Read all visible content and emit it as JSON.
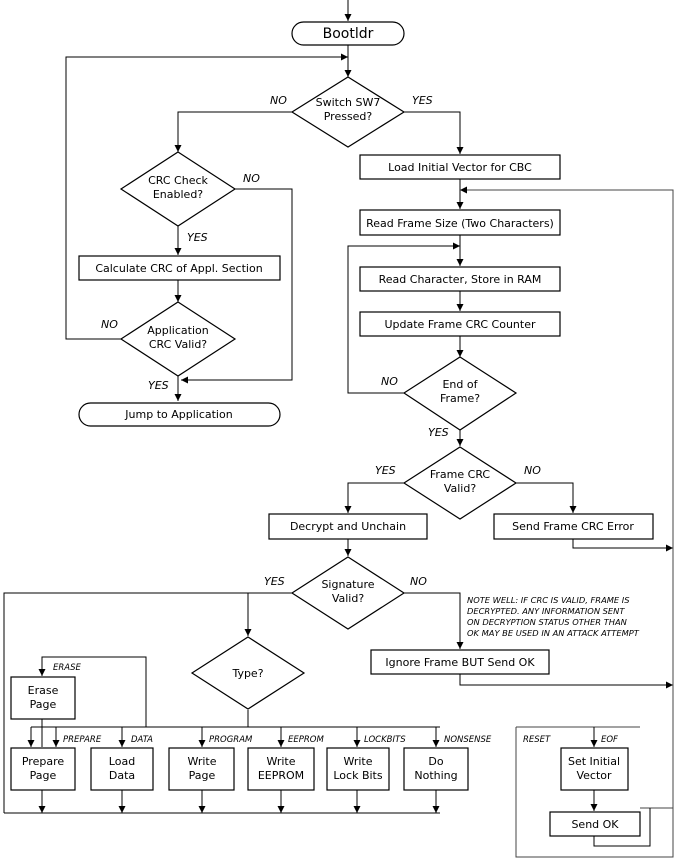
{
  "start": "Bootldr",
  "switch_sw7": [
    "Switch SW7",
    "Pressed?"
  ],
  "crc_check_enabled": [
    "CRC Check",
    "Enabled?"
  ],
  "calc_crc": "Calculate CRC of Appl. Section",
  "app_crc_valid": [
    "Application",
    "CRC Valid?"
  ],
  "jump_to_app": "Jump to Application",
  "load_iv_cbc": "Load Initial Vector for CBC",
  "read_frame_size": "Read Frame Size (Two Characters)",
  "read_char": "Read Character, Store in RAM",
  "update_crc": "Update Frame CRC Counter",
  "end_of_frame": [
    "End of",
    "Frame?"
  ],
  "frame_crc_valid": [
    "Frame CRC",
    "Valid?"
  ],
  "decrypt_unchain": "Decrypt and Unchain",
  "send_crc_error": "Send Frame CRC Error",
  "signature_valid": [
    "Signature",
    "Valid?"
  ],
  "ignore_frame": "Ignore Frame BUT Send OK",
  "type": "Type?",
  "erase_page": [
    "Erase",
    "Page"
  ],
  "prepare_page": [
    "Prepare",
    "Page"
  ],
  "load_data": [
    "Load",
    "Data"
  ],
  "write_page": [
    "Write",
    "Page"
  ],
  "write_eeprom": [
    "Write",
    "EEPROM"
  ],
  "write_lock_bits": [
    "Write",
    "Lock Bits"
  ],
  "do_nothing": [
    "Do",
    "Nothing"
  ],
  "set_initial_vector": [
    "Set Initial",
    "Vector"
  ],
  "send_ok": "Send OK",
  "note": [
    "NOTE WELL: IF CRC IS VALID, FRAME IS",
    "DECRYPTED. ANY INFORMATION SENT",
    "ON DECRYPTION STATUS OTHER THAN",
    "OK MAY BE USED IN AN ATTACK ATTEMPT"
  ],
  "labels": {
    "yes": "YES",
    "no": "NO",
    "erase": "ERASE",
    "prepare": "PREPARE",
    "data": "DATA",
    "program": "PROGRAM",
    "eeprom": "EEPROM",
    "lockbits": "LOCKBITS",
    "nonsense": "NONSENSE",
    "reset": "RESET",
    "eof": "EOF"
  }
}
